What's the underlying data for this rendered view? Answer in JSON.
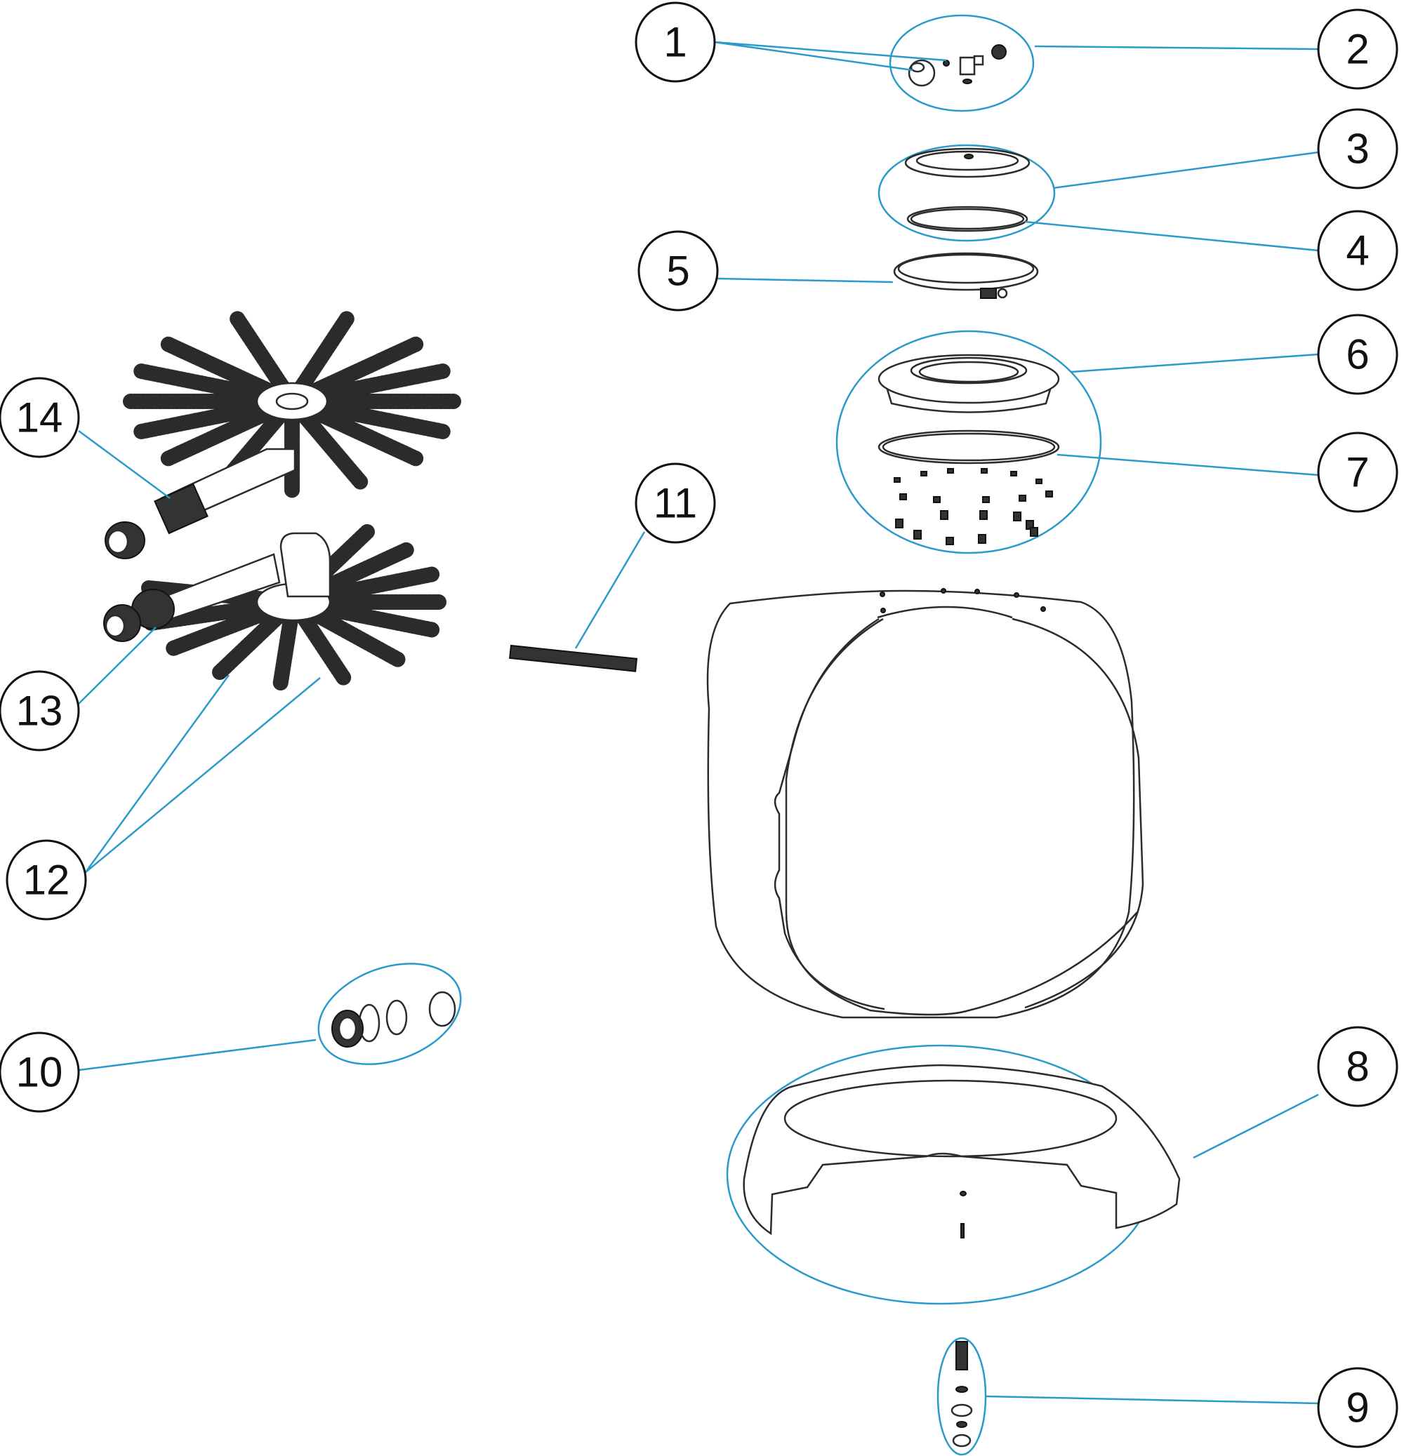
{
  "diagram": {
    "type": "exploded parts diagram",
    "colors": {
      "leader": "#2a9ac9",
      "outline": "#2b2b2b",
      "text": "#111111"
    },
    "callouts": [
      {
        "number": "1"
      },
      {
        "number": "2"
      },
      {
        "number": "3"
      },
      {
        "number": "4"
      },
      {
        "number": "5"
      },
      {
        "number": "6"
      },
      {
        "number": "7"
      },
      {
        "number": "8"
      },
      {
        "number": "9"
      },
      {
        "number": "10"
      },
      {
        "number": "11"
      },
      {
        "number": "12"
      },
      {
        "number": "13"
      },
      {
        "number": "14"
      }
    ]
  }
}
